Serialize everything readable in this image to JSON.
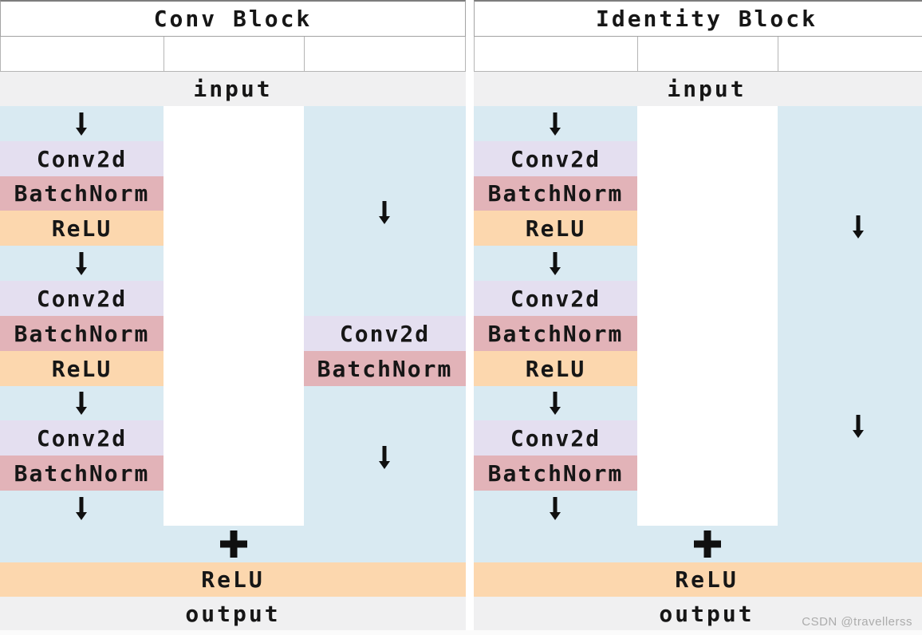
{
  "diagram": {
    "panels": [
      {
        "title": "Conv Block",
        "input_label": "input",
        "main_path": [
          "Conv2d",
          "BatchNorm",
          "ReLU",
          "Conv2d",
          "BatchNorm",
          "ReLU",
          "Conv2d",
          "BatchNorm"
        ],
        "skip_path": [
          "Conv2d",
          "BatchNorm"
        ],
        "merge_symbol": "+",
        "final_activation": "ReLU",
        "output_label": "output"
      },
      {
        "title": "Identity Block",
        "input_label": "input",
        "main_path": [
          "Conv2d",
          "BatchNorm",
          "ReLU",
          "Conv2d",
          "BatchNorm",
          "ReLU",
          "Conv2d",
          "BatchNorm"
        ],
        "skip_path": [],
        "merge_symbol": "+",
        "final_activation": "ReLU",
        "output_label": "output"
      }
    ],
    "watermark": "CSDN @travellerss",
    "colors": {
      "panel_bg": "#d9eaf2",
      "conv_bg": "#e4dff0",
      "batchnorm_bg": "#e2b3b8",
      "relu_bg": "#fcd7ae",
      "io_bg": "#f0f0f1",
      "border": "#a3a3a3",
      "text": "#161616",
      "arrow": "#101010",
      "watermark_color": "#acacac"
    }
  }
}
